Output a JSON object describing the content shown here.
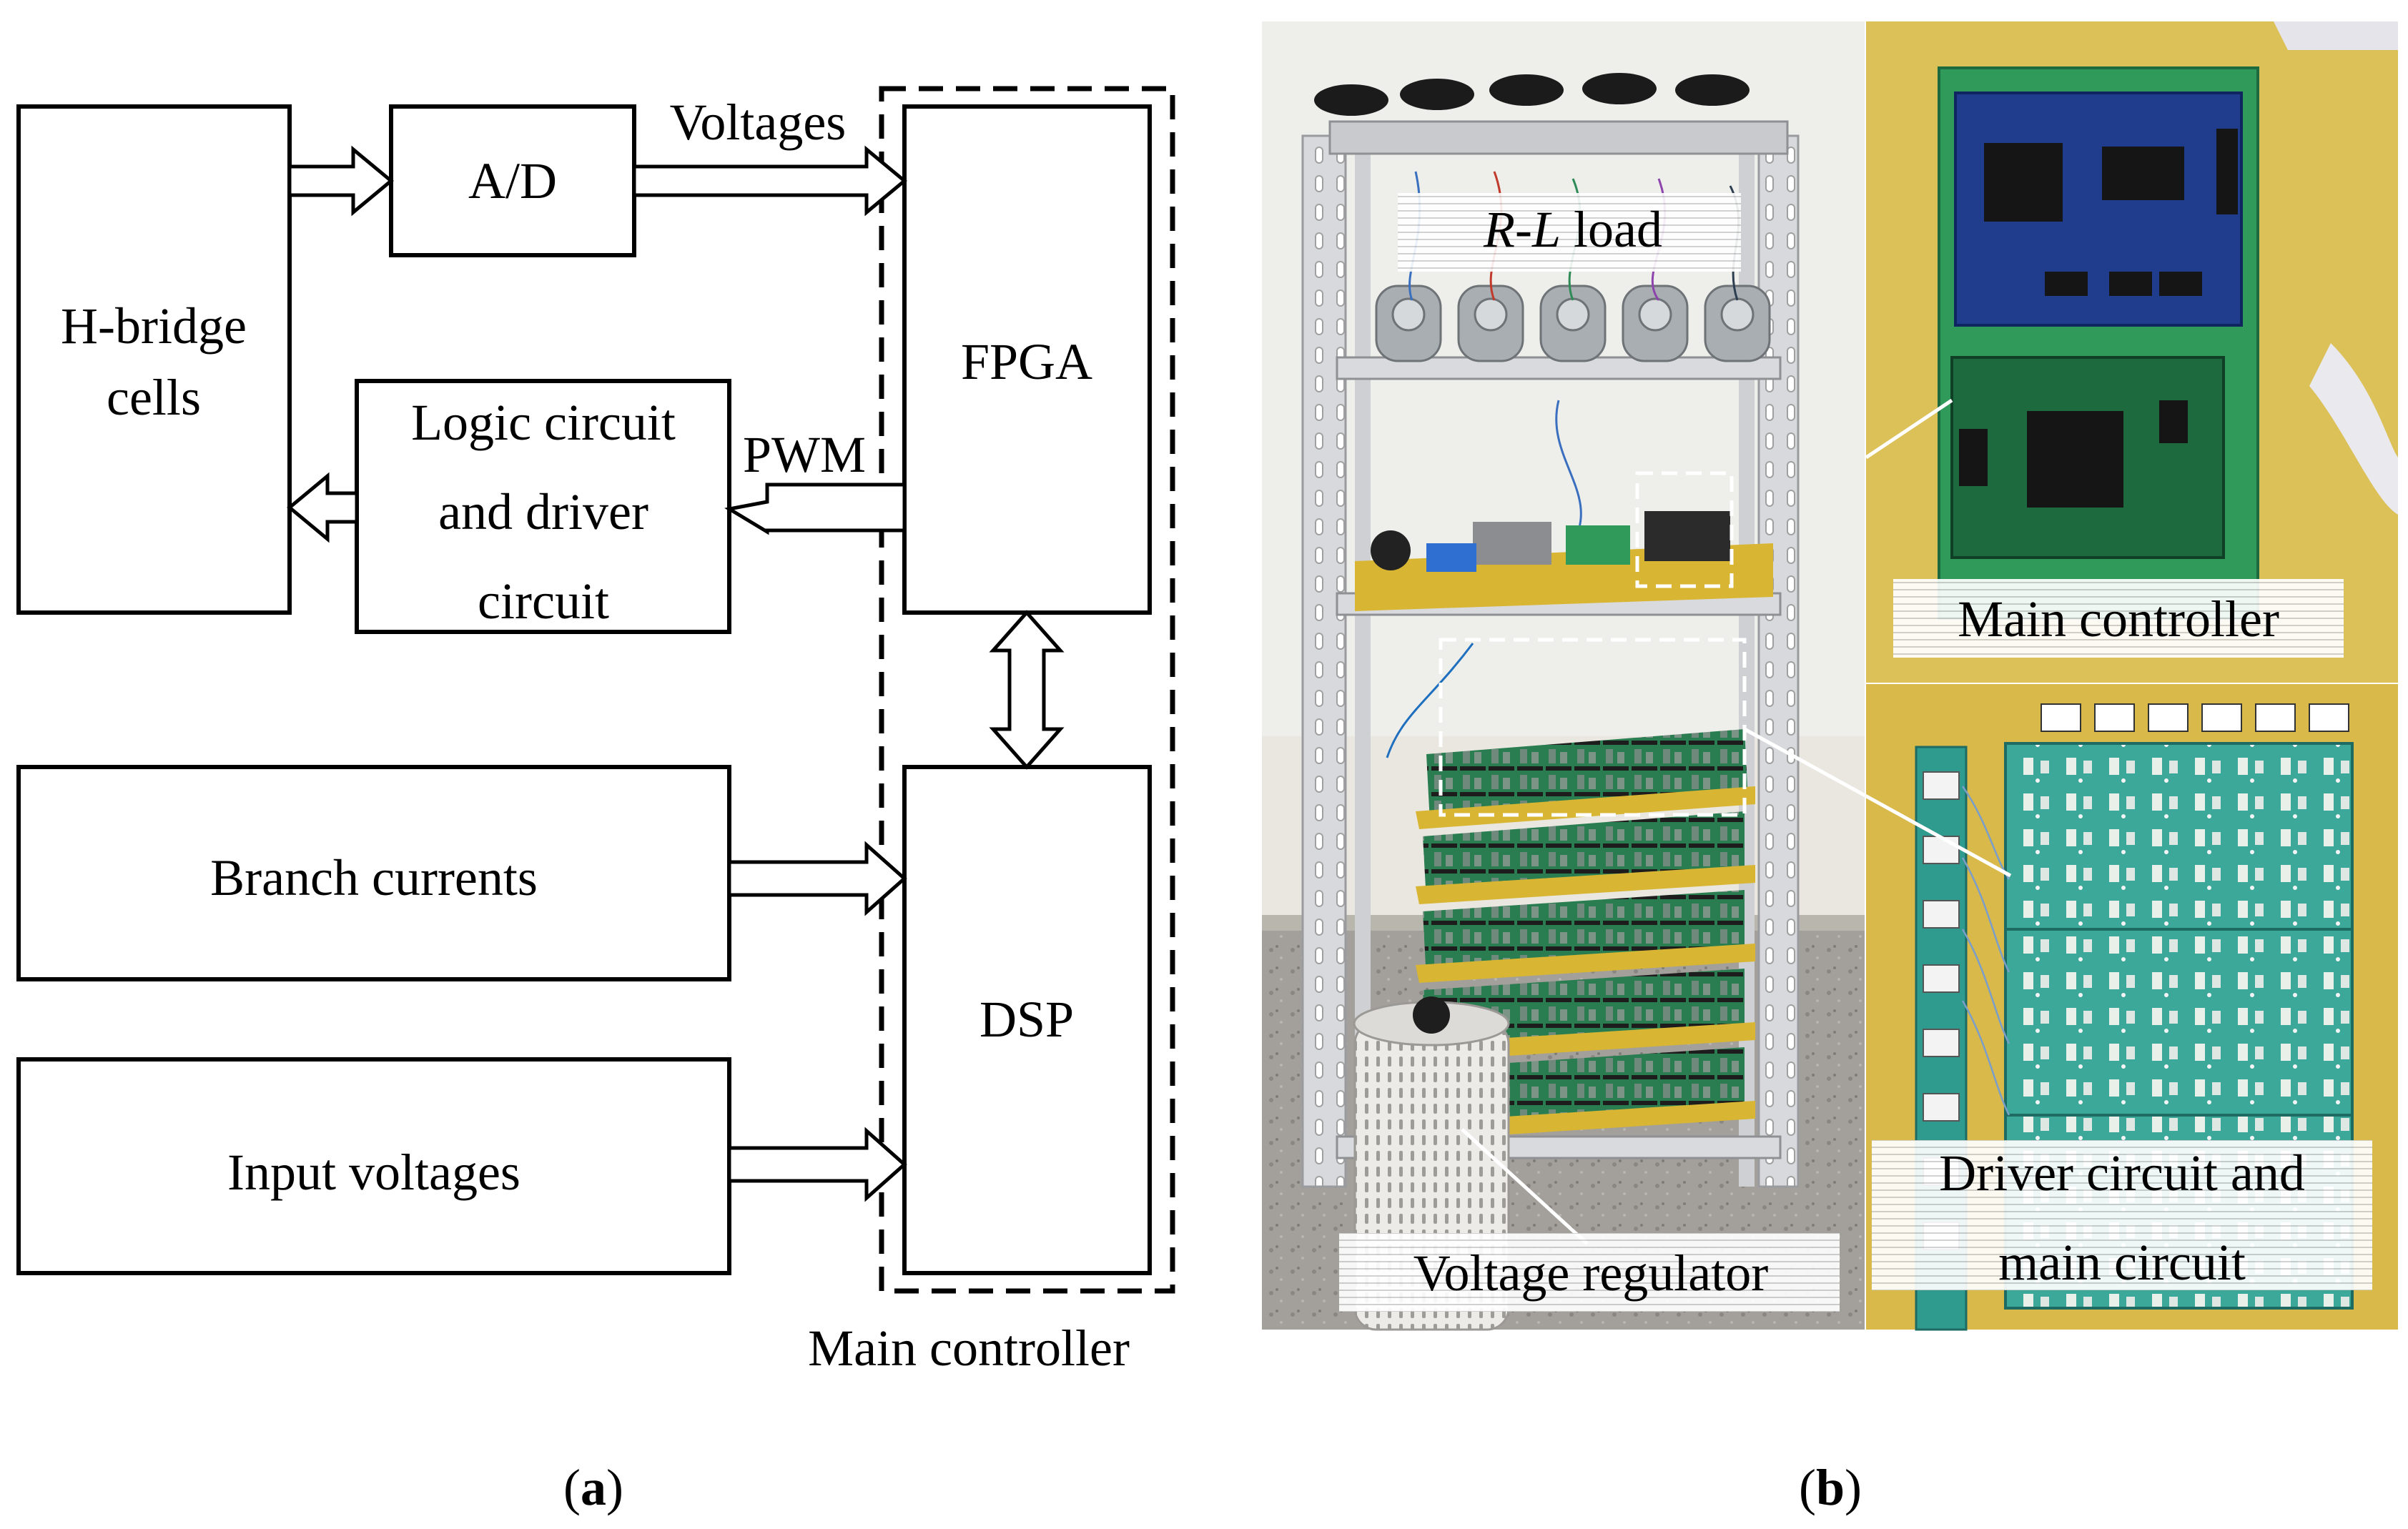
{
  "panel_a": {
    "blocks": {
      "hbridge": [
        "H-bridge",
        "cells"
      ],
      "ad": "A/D",
      "logic": [
        "Logic circuit",
        "and driver",
        "circuit"
      ],
      "fpga": "FPGA",
      "dsp": "DSP",
      "branch": "Branch currents",
      "input": "Input voltages"
    },
    "signals": {
      "voltages": "Voltages",
      "pwm": "PWM"
    },
    "group_label": "Main controller",
    "caption": {
      "open": "(",
      "letter": "a",
      "close": ")"
    }
  },
  "panel_b": {
    "labels": {
      "load_italic": "R-L",
      "load_rest": " load",
      "voltage_regulator": "Voltage regulator",
      "main_controller": "Main controller",
      "driver": [
        "Driver circuit and",
        "main circuit"
      ]
    },
    "caption": {
      "open": "(",
      "letter": "b",
      "close": ")"
    },
    "colors": {
      "wall": "#e8e6df",
      "floor": "#9d9a94",
      "shelf": "#dcdde0",
      "board_yellow": "#d8b533",
      "pcb_blue": "#1f3d8c",
      "pcb_green": "#2f9a5a",
      "pcb_teal": "#3ba89a",
      "pcb_dark": "#1c6a3e"
    }
  }
}
